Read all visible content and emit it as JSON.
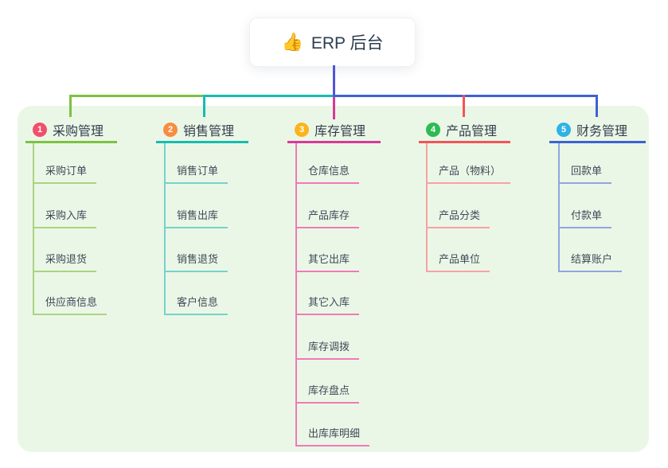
{
  "root": {
    "icon": "👍",
    "icon_name": "thumbs-up-icon",
    "title": "ERP 后台"
  },
  "canvas": {
    "background": "#ffffff",
    "panel_color": "#ebf7e6",
    "root_connector_color": "#5056d6"
  },
  "branches": [
    {
      "index": "1",
      "title": "采购管理",
      "badge_color": "#f0506a",
      "line_color": "#7cc243",
      "child_line_color": "#a9d483",
      "children": [
        "采购订单",
        "采购入库",
        "采购退货",
        "供应商信息"
      ]
    },
    {
      "index": "2",
      "title": "销售管理",
      "badge_color": "#f78d41",
      "line_color": "#17bcb1",
      "child_line_color": "#74d2cb",
      "children": [
        "销售订单",
        "销售出库",
        "销售退货",
        "客户信息"
      ]
    },
    {
      "index": "3",
      "title": "库存管理",
      "badge_color": "#fbb41d",
      "line_color": "#d8399c",
      "child_line_color": "#ef7ab8",
      "children": [
        "仓库信息",
        "产品库存",
        "其它出库",
        "其它入库",
        "库存调拨",
        "库存盘点",
        "出库库明细"
      ]
    },
    {
      "index": "4",
      "title": "产品管理",
      "badge_color": "#2eba55",
      "line_color": "#f25558",
      "child_line_color": "#f7a2a4",
      "children": [
        "产品（物料）",
        "产品分类",
        "产品单位"
      ]
    },
    {
      "index": "5",
      "title": "财务管理",
      "badge_color": "#2fb2e5",
      "line_color": "#3d62d4",
      "child_line_color": "#8fa5e0",
      "children": [
        "回款单",
        "付款单",
        "结算账户"
      ]
    }
  ]
}
